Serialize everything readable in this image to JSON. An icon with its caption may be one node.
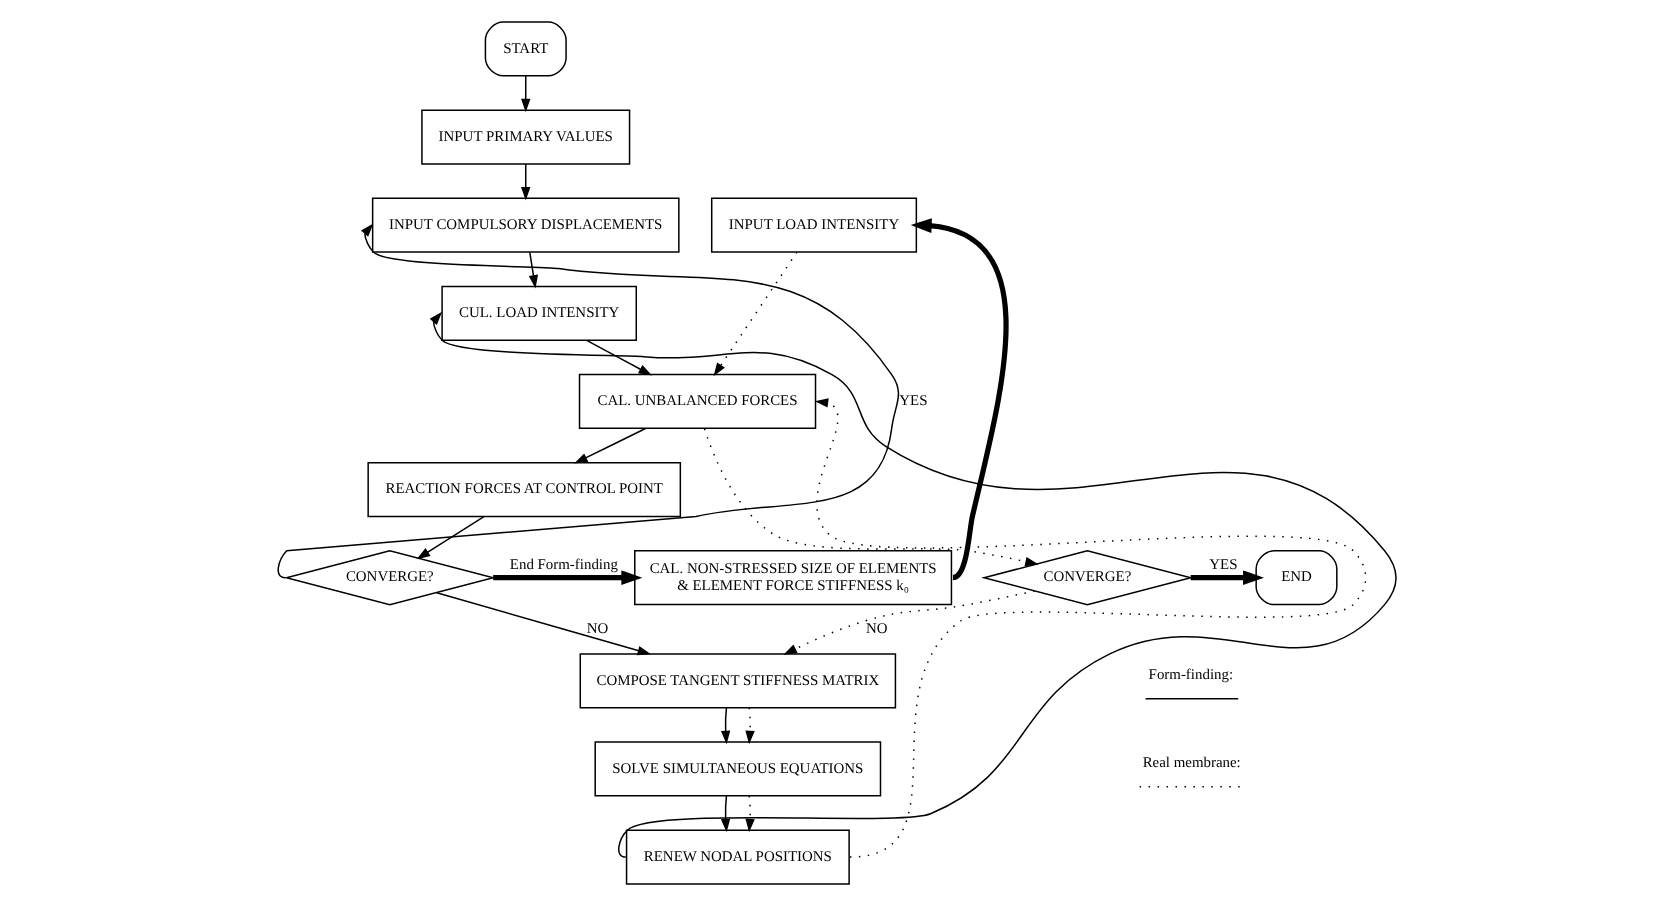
{
  "diagram": {
    "nodes": [
      {
        "text": [
          "START"
        ]
      },
      {
        "text": [
          "INPUT PRIMARY VALUES"
        ]
      },
      {
        "text": [
          "INPUT COMPULSORY DISPLACEMENTS"
        ]
      },
      {
        "text": [
          "INPUT LOAD INTENSITY"
        ]
      },
      {
        "text": [
          "CUL. LOAD INTENSITY"
        ]
      },
      {
        "text": [
          "CAL. UNBALANCED FORCES"
        ]
      },
      {
        "text": [
          "REACTION FORCES AT CONTROL POINT"
        ]
      },
      {
        "text": [
          "CONVERGE?"
        ]
      },
      {
        "text": [
          "CAL. NON-STRESSED SIZE OF ELEMENTS & ELEMENT FORCE STIFFNESS k₀"
        ]
      },
      {
        "text": [
          "CONVERGE?"
        ]
      },
      {
        "text": [
          "END"
        ]
      },
      {
        "text": [
          "COMPOSE TANGENT STIFFNESS MATRIX"
        ]
      },
      {
        "text": [
          "SOLVE SIMULTANEOUS EQUATIONS"
        ]
      },
      {
        "text": [
          "RENEW NODAL POSITIONS"
        ]
      }
    ],
    "edges": [
      {
        "from": 0,
        "to": 1,
        "arrow": "to"
      },
      {
        "from": 1,
        "to": 2,
        "arrow": "to"
      },
      {
        "from": 2,
        "to": 4,
        "arrow": "to"
      },
      {
        "from": 4,
        "to": 5,
        "arrow": "to"
      },
      {
        "from": 5,
        "to": 6,
        "arrow": "to"
      },
      {
        "from": 6,
        "to": 7,
        "arrow": "to"
      },
      {
        "from": 7,
        "to": 2,
        "arrow": "to",
        "label": "YES"
      },
      {
        "from": 7,
        "to": 8,
        "arrow": "to",
        "label": "End Form-finding",
        "style": "thick"
      },
      {
        "from": 7,
        "to": 11,
        "arrow": "to",
        "label": "NO"
      },
      {
        "from": 8,
        "to": 3,
        "arrow": "to",
        "style": "thick"
      },
      {
        "from": 3,
        "to": 5,
        "arrow": "to",
        "style": "dashed"
      },
      {
        "from": 5,
        "to": 9,
        "arrow": "to",
        "style": "dashed"
      },
      {
        "from": 9,
        "to": 10,
        "arrow": "to",
        "label": "YES",
        "style": "thick"
      },
      {
        "from": 9,
        "to": 11,
        "arrow": "to",
        "label": "NO",
        "style": "dashed"
      },
      {
        "from": 11,
        "to": 12,
        "arrow": "to"
      },
      {
        "from": 11,
        "to": 12,
        "arrow": "to",
        "style": "dashed"
      },
      {
        "from": 12,
        "to": 13,
        "arrow": "to"
      },
      {
        "from": 12,
        "to": 13,
        "arrow": "to",
        "style": "dashed"
      },
      {
        "from": 13,
        "to": 4,
        "arrow": "to"
      },
      {
        "from": 13,
        "to": 5,
        "arrow": "to",
        "style": "dashed"
      }
    ],
    "legend": [
      {
        "text": "Form-finding:"
      },
      {
        "text": "Real membrane:"
      }
    ]
  }
}
